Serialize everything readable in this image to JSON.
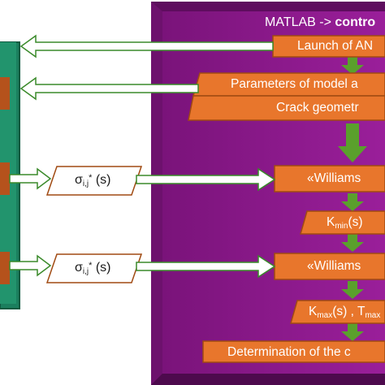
{
  "header": {
    "prefix": "MATLAB ->",
    "bold": "contro"
  },
  "steps": {
    "launch": "Launch of AN",
    "parameters": "Parameters of model a",
    "crack": "Crack geometr",
    "williams_1": "«Williams",
    "kmin_base": "K",
    "kmin_sub": "min",
    "kmin_tail": "(s)",
    "williams_2": "«Williams",
    "kmax_base": "K",
    "kmax_sub": "max",
    "kmax_mid": "(s) , T",
    "kmax_sub2": "max",
    "determination": "Determination of the c"
  },
  "stress_labels": {
    "sigma": "σ",
    "sub": "i,j",
    "sup": "*",
    "tail": " (s)"
  },
  "colors": {
    "purple": "#8b1a8b",
    "teal": "#1b7f5e",
    "orange": "#e8762c",
    "green": "#5aa02c",
    "dark_orange": "#a04a12"
  }
}
